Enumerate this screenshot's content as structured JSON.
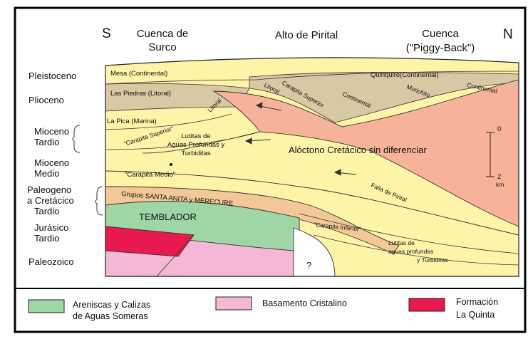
{
  "header": {
    "south": "S",
    "north": "N",
    "cuenca_surco_1": "Cuenca de",
    "cuenca_surco_2": "Surco",
    "alto_pirital": "Alto de Pirital",
    "cuenca_pb_1": "Cuenca",
    "cuenca_pb_2": "(\"Piggy-Back\")"
  },
  "ages": {
    "pleistoceno": "Pleistoceno",
    "plioceno": "Plioceno",
    "mioceno_tardio_1": "Mioceno",
    "mioceno_tardio_2": "Tardio",
    "mioceno_medio_1": "Mioceno",
    "mioceno_medio_2": "Medio",
    "paleogeno_1": "Paleogeno",
    "paleogeno_2": "a Cretácico",
    "paleogeno_3": "Tardio",
    "jurasico_1": "Jurásico",
    "jurasico_2": "Tardio",
    "paleozoico": "Paleozoico"
  },
  "units": {
    "mesa": "Mesa (Continental)",
    "quiriquire": "Quiriquire(Continental)",
    "continental_right": "Continental",
    "las_piedras": "Las Piedras (Litoral)",
    "litoral": "Litoral",
    "carapita_superior": "Carapita Superior",
    "continental_mid": "Continental",
    "morichito": "Morichito",
    "la_pica": "La Pica (Marina)",
    "carapita_sup_litoral": "\"Carapita Superior\"",
    "litoral_small": "Litoral",
    "lutitas_1": "Lutitas de",
    "lutitas_2": "Aguas Profundas y",
    "lutitas_3": "Turbiditas",
    "aloctono": "Alóctono Cretácico sin diferenciar",
    "carapita_medio": "\"Carapita Medio\"",
    "falla": "Falla de Pirital",
    "grupos": "Grupos SANTA ANITA y MERECURE",
    "temblador": "TEMBLADOR",
    "carapita_inferior": "\"Carapita Inferior\"",
    "lutitas_low_1": "Lutitas de",
    "lutitas_low_2": "aguas profundas",
    "lutitas_low_3": "y Turbiditas",
    "question": "?"
  },
  "scale": {
    "zero": "0",
    "two": "2",
    "km": "km"
  },
  "legend": [
    {
      "line1": "Areniscas y Calizas",
      "line2": "de Aguas Someras",
      "color": "#9fd6a6"
    },
    {
      "line1": "Basamento Cristalino",
      "line2": "",
      "color": "#f4b8d6"
    },
    {
      "line1": "Formación",
      "line2": "La Quinta",
      "color": "#e8194f"
    }
  ],
  "colors": {
    "yellow": "#fdf4a8",
    "tan": "#d8c8a4",
    "salmon": "#f6b39a",
    "green": "#9fd6a6",
    "pink": "#f4b8d6",
    "red": "#e8194f"
  }
}
